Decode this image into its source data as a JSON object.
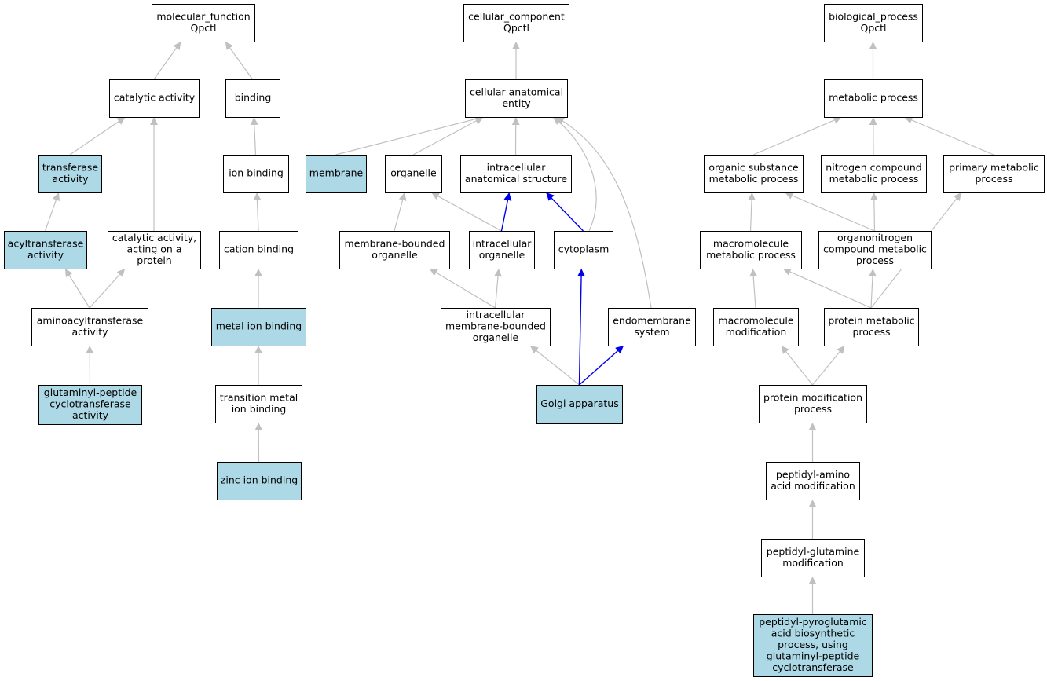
{
  "colors": {
    "highlight_fill": "#add8e6",
    "plain_fill": "#ffffff",
    "edge_gray": "#c0c0c0",
    "edge_blue": "#0000ee"
  },
  "nodes": [
    {
      "id": "mf",
      "lines": [
        "molecular_function",
        "Qpctl"
      ],
      "highlight": false
    },
    {
      "id": "cc",
      "lines": [
        "cellular_component",
        "Qpctl"
      ],
      "highlight": false
    },
    {
      "id": "bp",
      "lines": [
        "biological_process",
        "Qpctl"
      ],
      "highlight": false
    },
    {
      "id": "catalytic",
      "lines": [
        "catalytic activity"
      ],
      "highlight": false
    },
    {
      "id": "binding",
      "lines": [
        "binding"
      ],
      "highlight": false
    },
    {
      "id": "cae",
      "lines": [
        "cellular anatomical",
        "entity"
      ],
      "highlight": false
    },
    {
      "id": "metabolic",
      "lines": [
        "metabolic process"
      ],
      "highlight": false
    },
    {
      "id": "transferase",
      "lines": [
        "transferase",
        "activity"
      ],
      "highlight": true
    },
    {
      "id": "ionbinding",
      "lines": [
        "ion binding"
      ],
      "highlight": false
    },
    {
      "id": "membrane",
      "lines": [
        "membrane"
      ],
      "highlight": true
    },
    {
      "id": "organelle",
      "lines": [
        "organelle"
      ],
      "highlight": false
    },
    {
      "id": "ias",
      "lines": [
        "intracellular",
        "anatomical structure"
      ],
      "highlight": false
    },
    {
      "id": "osmp",
      "lines": [
        "organic substance",
        "metabolic process"
      ],
      "highlight": false
    },
    {
      "id": "ncmp",
      "lines": [
        "nitrogen compound",
        "metabolic process"
      ],
      "highlight": false
    },
    {
      "id": "pmp",
      "lines": [
        "primary metabolic",
        "process"
      ],
      "highlight": false
    },
    {
      "id": "acyl",
      "lines": [
        "acyltransferase",
        "activity"
      ],
      "highlight": true
    },
    {
      "id": "catprot",
      "lines": [
        "catalytic activity,",
        "acting on a",
        "protein"
      ],
      "highlight": false
    },
    {
      "id": "cation",
      "lines": [
        "cation binding"
      ],
      "highlight": false
    },
    {
      "id": "mbo",
      "lines": [
        "membrane-bounded",
        "organelle"
      ],
      "highlight": false
    },
    {
      "id": "io",
      "lines": [
        "intracellular",
        "organelle"
      ],
      "highlight": false
    },
    {
      "id": "cytoplasm",
      "lines": [
        "cytoplasm"
      ],
      "highlight": false
    },
    {
      "id": "mmp",
      "lines": [
        "macromolecule",
        "metabolic process"
      ],
      "highlight": false
    },
    {
      "id": "oncmp",
      "lines": [
        "organonitrogen",
        "compound metabolic",
        "process"
      ],
      "highlight": false
    },
    {
      "id": "aminoacyl",
      "lines": [
        "aminoacyltransferase",
        "activity"
      ],
      "highlight": false
    },
    {
      "id": "metalion",
      "lines": [
        "metal ion binding"
      ],
      "highlight": true
    },
    {
      "id": "imbo",
      "lines": [
        "intracellular",
        "membrane-bounded",
        "organelle"
      ],
      "highlight": false
    },
    {
      "id": "endo",
      "lines": [
        "endomembrane",
        "system"
      ],
      "highlight": false
    },
    {
      "id": "mm",
      "lines": [
        "macromolecule",
        "modification"
      ],
      "highlight": false
    },
    {
      "id": "protmp",
      "lines": [
        "protein metabolic",
        "process"
      ],
      "highlight": false
    },
    {
      "id": "gpct",
      "lines": [
        "glutaminyl-peptide",
        "cyclotransferase",
        "activity"
      ],
      "highlight": true
    },
    {
      "id": "tmib",
      "lines": [
        "transition metal",
        "ion binding"
      ],
      "highlight": false
    },
    {
      "id": "golgi",
      "lines": [
        "Golgi apparatus"
      ],
      "highlight": true
    },
    {
      "id": "pmod",
      "lines": [
        "protein modification",
        "process"
      ],
      "highlight": false
    },
    {
      "id": "zinc",
      "lines": [
        "zinc ion binding"
      ],
      "highlight": true
    },
    {
      "id": "pamod",
      "lines": [
        "peptidyl-amino",
        "acid modification"
      ],
      "highlight": false
    },
    {
      "id": "pgmod",
      "lines": [
        "peptidyl-glutamine",
        "modification"
      ],
      "highlight": false
    },
    {
      "id": "ppg",
      "lines": [
        "peptidyl-pyroglutamic",
        "acid biosynthetic",
        "process, using",
        "glutaminyl-peptide",
        "cyclotransferase"
      ],
      "highlight": true
    }
  ],
  "edges": [
    {
      "from": "catalytic",
      "to": "mf",
      "color": "gray"
    },
    {
      "from": "binding",
      "to": "mf",
      "color": "gray"
    },
    {
      "from": "transferase",
      "to": "catalytic",
      "color": "gray"
    },
    {
      "from": "catprot",
      "to": "catalytic",
      "color": "gray"
    },
    {
      "from": "acyl",
      "to": "transferase",
      "color": "gray"
    },
    {
      "from": "aminoacyl",
      "to": "acyl",
      "color": "gray"
    },
    {
      "from": "aminoacyl",
      "to": "catprot",
      "color": "gray"
    },
    {
      "from": "gpct",
      "to": "aminoacyl",
      "color": "gray"
    },
    {
      "from": "ionbinding",
      "to": "binding",
      "color": "gray"
    },
    {
      "from": "cation",
      "to": "ionbinding",
      "color": "gray"
    },
    {
      "from": "metalion",
      "to": "cation",
      "color": "gray"
    },
    {
      "from": "tmib",
      "to": "metalion",
      "color": "gray"
    },
    {
      "from": "zinc",
      "to": "tmib",
      "color": "gray"
    },
    {
      "from": "cae",
      "to": "cc",
      "color": "gray"
    },
    {
      "from": "membrane",
      "to": "cae",
      "color": "gray"
    },
    {
      "from": "organelle",
      "to": "cae",
      "color": "gray"
    },
    {
      "from": "ias",
      "to": "cae",
      "color": "gray"
    },
    {
      "from": "cytoplasm",
      "to": "cae",
      "color": "gray"
    },
    {
      "from": "endo",
      "to": "cae",
      "color": "gray"
    },
    {
      "from": "mbo",
      "to": "organelle",
      "color": "gray"
    },
    {
      "from": "io",
      "to": "organelle",
      "color": "gray"
    },
    {
      "from": "io",
      "to": "ias",
      "color": "blue"
    },
    {
      "from": "cytoplasm",
      "to": "ias",
      "color": "blue"
    },
    {
      "from": "imbo",
      "to": "mbo",
      "color": "gray"
    },
    {
      "from": "imbo",
      "to": "io",
      "color": "gray"
    },
    {
      "from": "golgi",
      "to": "imbo",
      "color": "gray"
    },
    {
      "from": "golgi",
      "to": "cytoplasm",
      "color": "blue"
    },
    {
      "from": "golgi",
      "to": "endo",
      "color": "blue"
    },
    {
      "from": "metabolic",
      "to": "bp",
      "color": "gray"
    },
    {
      "from": "osmp",
      "to": "metabolic",
      "color": "gray"
    },
    {
      "from": "ncmp",
      "to": "metabolic",
      "color": "gray"
    },
    {
      "from": "pmp",
      "to": "metabolic",
      "color": "gray"
    },
    {
      "from": "mmp",
      "to": "osmp",
      "color": "gray"
    },
    {
      "from": "oncmp",
      "to": "osmp",
      "color": "gray"
    },
    {
      "from": "oncmp",
      "to": "ncmp",
      "color": "gray"
    },
    {
      "from": "mm",
      "to": "mmp",
      "color": "gray"
    },
    {
      "from": "protmp",
      "to": "mmp",
      "color": "gray"
    },
    {
      "from": "protmp",
      "to": "oncmp",
      "color": "gray"
    },
    {
      "from": "protmp",
      "to": "pmp",
      "color": "gray"
    },
    {
      "from": "pmod",
      "to": "mm",
      "color": "gray"
    },
    {
      "from": "pmod",
      "to": "protmp",
      "color": "gray"
    },
    {
      "from": "pamod",
      "to": "pmod",
      "color": "gray"
    },
    {
      "from": "pgmod",
      "to": "pamod",
      "color": "gray"
    },
    {
      "from": "ppg",
      "to": "pgmod",
      "color": "gray"
    }
  ]
}
